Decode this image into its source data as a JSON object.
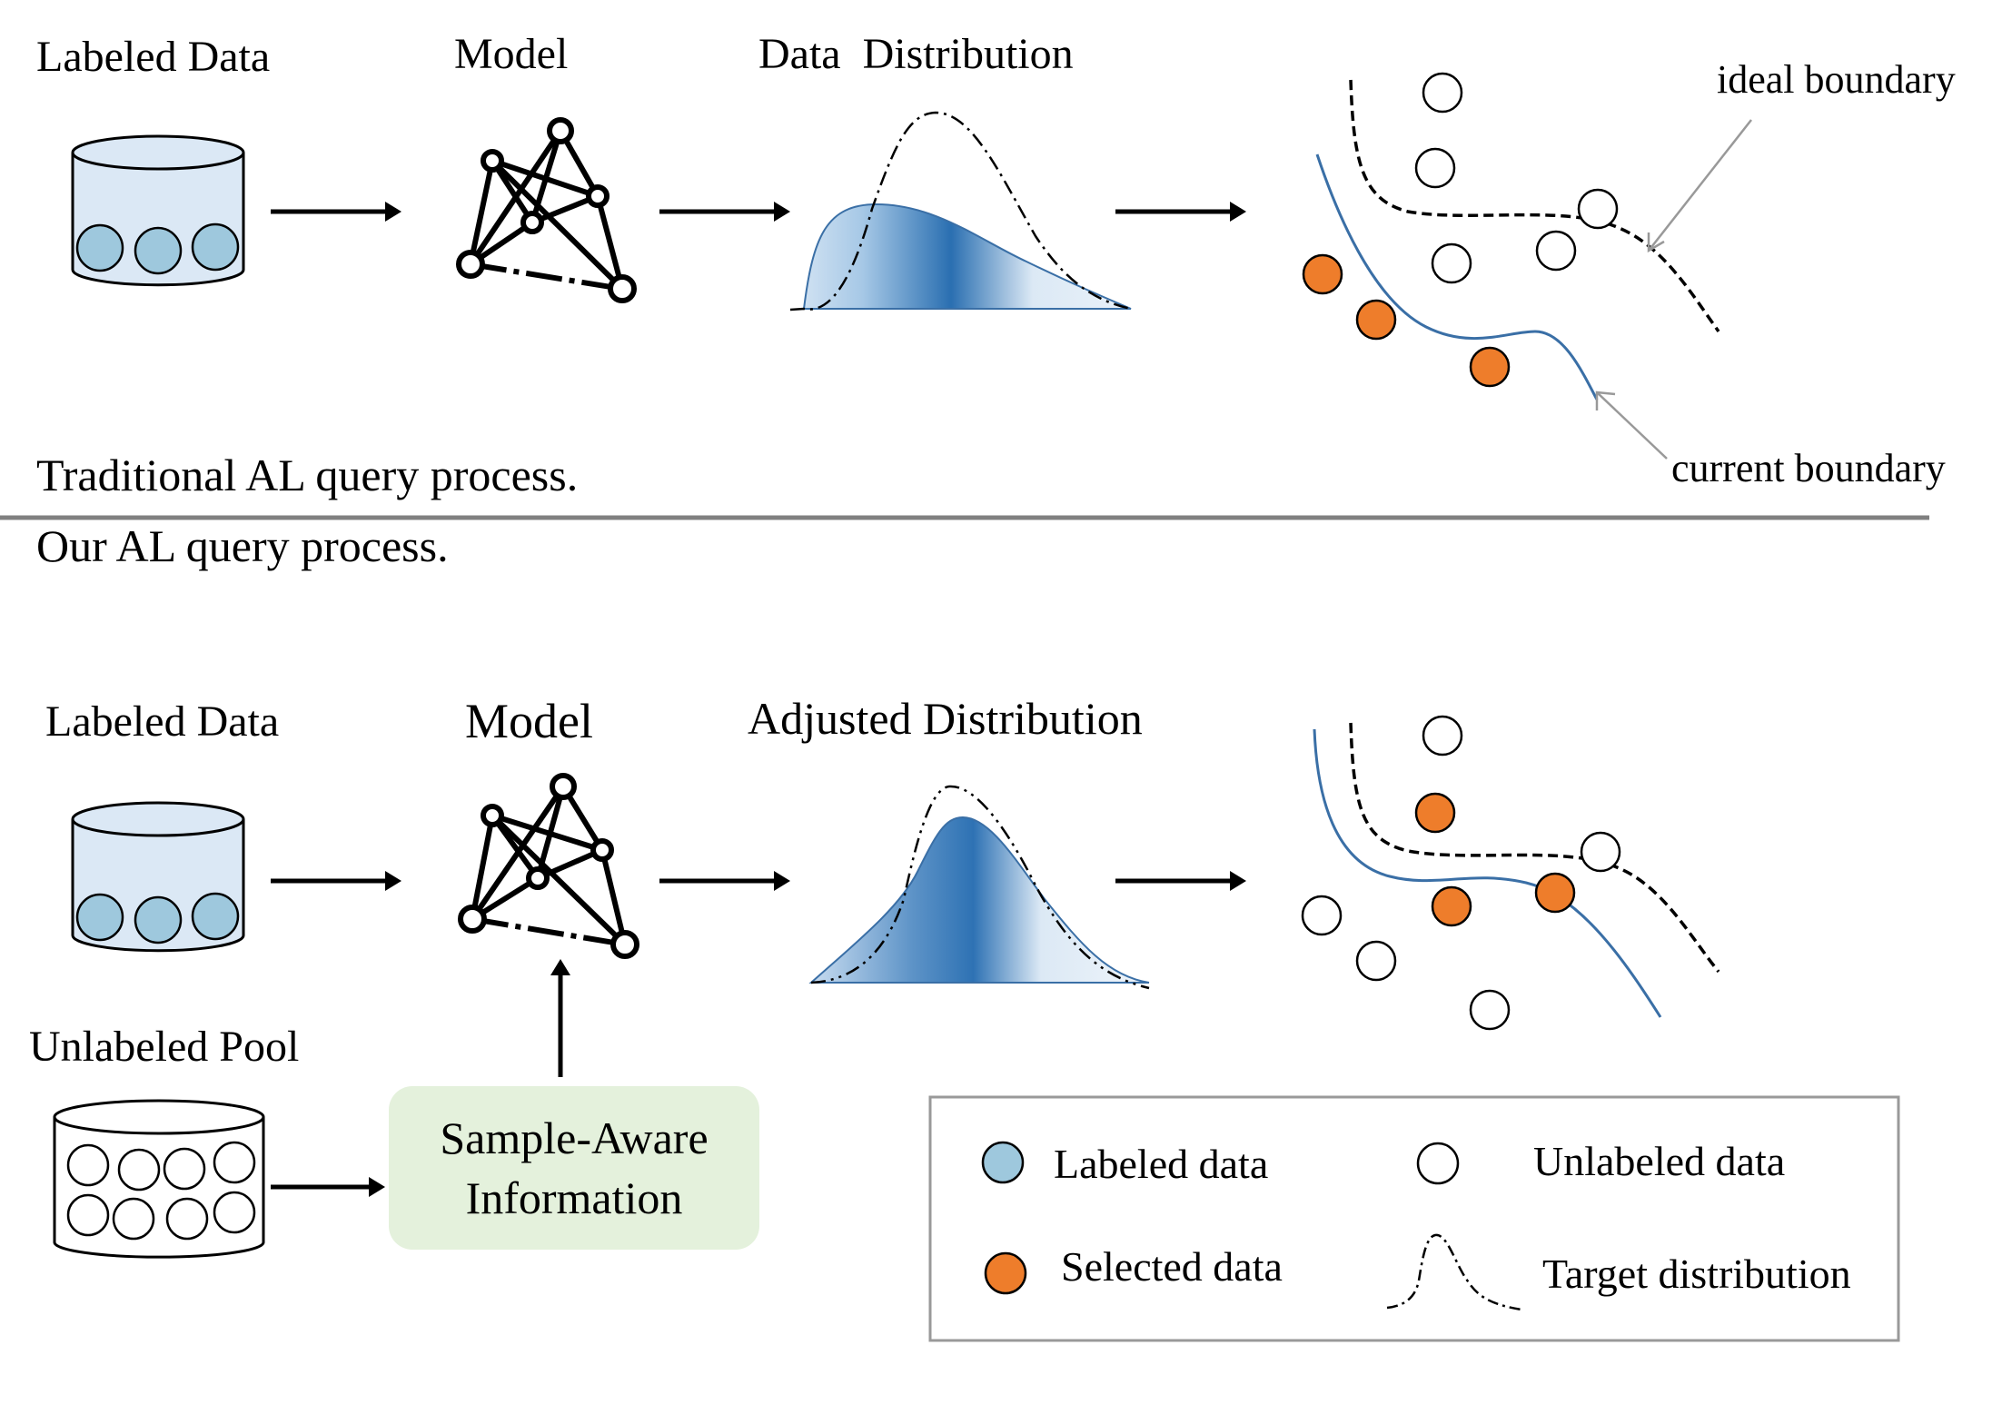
{
  "top": {
    "labeled_data": "Labeled Data",
    "model": "Model",
    "distribution": "Data  Distribution",
    "ideal_boundary": "ideal boundary",
    "current_boundary": "current boundary",
    "caption": "Traditional AL query process."
  },
  "bottom": {
    "caption": "Our AL query process.",
    "labeled_data": "Labeled Data",
    "model": "Model",
    "distribution": "Adjusted Distribution",
    "unlabeled_pool": "Unlabeled Pool",
    "sample_aware_line1": "Sample-Aware",
    "sample_aware_line2": "Information"
  },
  "legend": {
    "labeled": "Labeled data",
    "unlabeled": "Unlabeled data",
    "selected": "Selected data",
    "target": "Target distribution"
  },
  "colors": {
    "labeled": "#9ec8dd",
    "selected": "#ee7d2b",
    "boundary_current": "#3a6fa6",
    "sample_box": "#e4f1dc",
    "divider": "#808080",
    "legend_border": "#999999"
  }
}
